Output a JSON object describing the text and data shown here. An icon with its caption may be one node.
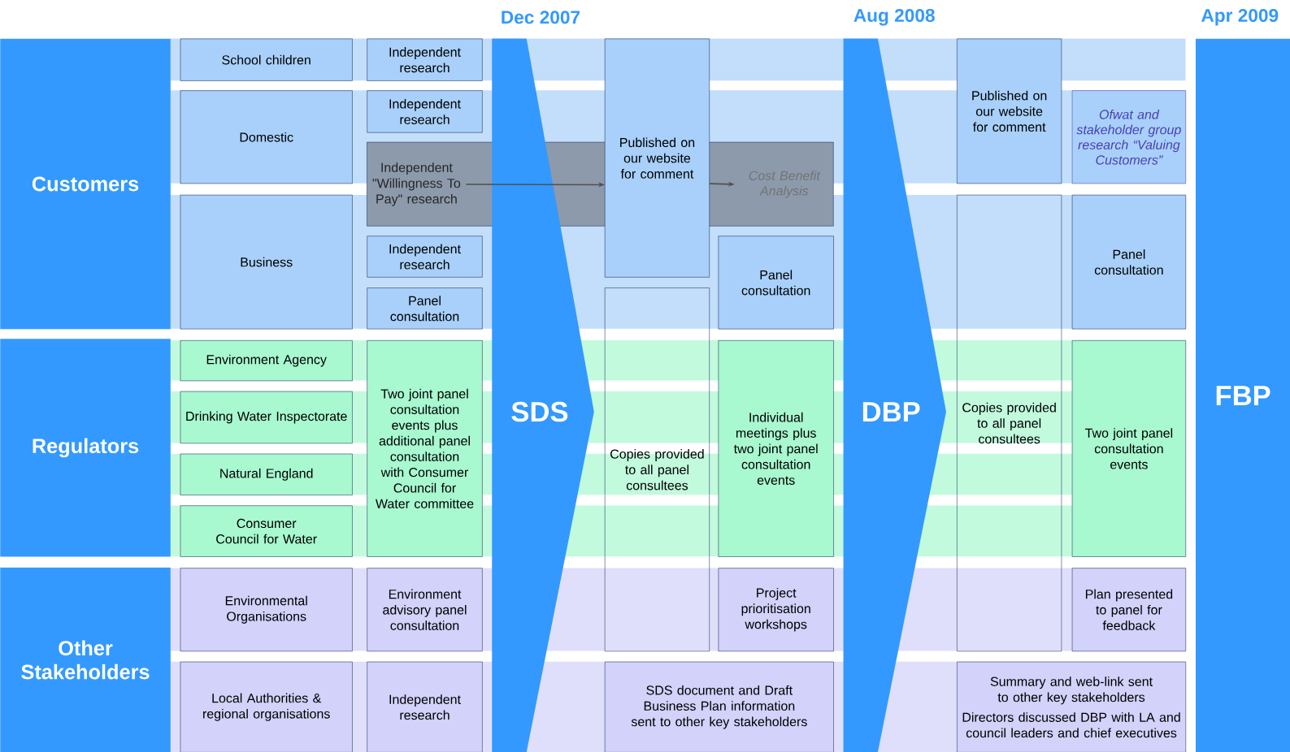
{
  "diagram": {
    "nodes": [
      {
        "text": [
          "Customers"
        ]
      },
      {
        "text": [
          "Regulators"
        ]
      },
      {
        "text": [
          "Other Stakeholders"
        ]
      },
      {
        "text": [
          "School children"
        ]
      },
      {
        "text": [
          "Domestic"
        ]
      },
      {
        "text": [
          "Business"
        ]
      },
      {
        "text": [
          "Environment Agency"
        ]
      },
      {
        "text": [
          "Drinking Water Inspectorate"
        ]
      },
      {
        "text": [
          "Natural England"
        ]
      },
      {
        "text": [
          "Consumer Council for Water"
        ]
      },
      {
        "text": [
          "Environmental Organisations"
        ]
      },
      {
        "text": [
          "Local Authorities & regional organisations"
        ]
      },
      {
        "text": [
          "Independent research"
        ]
      },
      {
        "text": [
          "Independent research"
        ]
      },
      {
        "text": [
          "Independent \"Willingness To Pay\" research"
        ]
      },
      {
        "text": [
          "Independent research"
        ]
      },
      {
        "text": [
          "Panel consultation"
        ]
      },
      {
        "text": [
          "Two joint panel consultation events plus additional panel consultation with Consumer Council for Water committee"
        ]
      },
      {
        "text": [
          "Environment advisory panel consultation"
        ]
      },
      {
        "text": [
          "Independent research"
        ]
      },
      {
        "text": [
          "SDS"
        ]
      },
      {
        "text": [
          "Published on our website for comment"
        ]
      },
      {
        "text": [
          "Copies provided to all panel consultees"
        ]
      },
      {
        "text": [
          "Cost Benefit Analysis"
        ]
      },
      {
        "text": [
          "Panel consultation"
        ]
      },
      {
        "text": [
          "Individual meetings plus two joint panel consultation events"
        ]
      },
      {
        "text": [
          "Project prioritisation workshops"
        ]
      },
      {
        "text": [
          "SDS document and Draft Business Plan information sent to other key stakeholders"
        ]
      },
      {
        "text": [
          "DBP"
        ]
      },
      {
        "text": [
          "Published on our website for comment"
        ]
      },
      {
        "text": [
          "Copies provided to all panel consultees"
        ]
      },
      {
        "text": [
          "Summary and web-link sent to other key stakeholders",
          "Directors discussed DBP with LA and council leaders and chief executives"
        ]
      },
      {
        "text": [
          "Ofwat and stakeholder group research “Valuing Customers”"
        ]
      },
      {
        "text": [
          "Panel consultation"
        ]
      },
      {
        "text": [
          "Two joint panel consultation events"
        ]
      },
      {
        "text": [
          "Plan presented to panel for feedback"
        ]
      },
      {
        "text": [
          "FBP"
        ]
      }
    ],
    "edges": [
      {
        "from": 14,
        "to": 21,
        "arrow": "to"
      },
      {
        "from": 21,
        "to": 23,
        "arrow": "to"
      }
    ],
    "labels": [
      "Dec 2007",
      "Aug 2008",
      "Apr 2009"
    ]
  }
}
